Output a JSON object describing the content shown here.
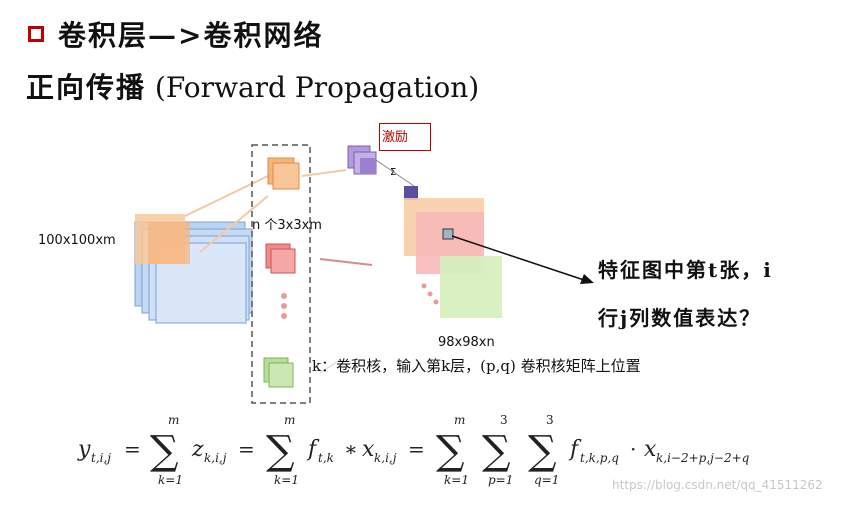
{
  "slide": {
    "title": "卷积层—>卷积网络",
    "subtitle_cn": "正向传播",
    "subtitle_en": "(Forward Propagation)"
  },
  "diagram": {
    "input_label": "100x100xm",
    "kernel_label": "n 个3x3xm",
    "activation_label": "激励",
    "output_label": "98x98xn",
    "sigma_symbol": "Σ"
  },
  "question": {
    "line1": "特征图中第t张，i",
    "line2": "行j列数值表达？"
  },
  "note": "k：卷积核，输入第k层，(p,q) 卷积核矩阵上位置",
  "formula": {
    "lhs": "y",
    "lhs_sub": "t,i,j",
    "sum_top_m": "m",
    "sum_bottom_k": "k=1",
    "z": "z",
    "z_sub": "k,i,j",
    "f": "f",
    "f_sub": "t,k",
    "x": "x",
    "x_sub": "k,i,j",
    "sum_top_3": "3",
    "sum_bottom_p": "p=1",
    "sum_bottom_q": "q=1",
    "f_full_sub": "t,k,p,q",
    "x_full_sub": "k,i−2+p,j−2+q",
    "equals": "=",
    "star": "∗",
    "dot": "·",
    "sigma": "∑"
  },
  "watermark": "https://blog.csdn.net/qq_41511262",
  "colors": {
    "accent_red": "#c00000",
    "input_blue": "#bcd3f2",
    "kernel_orange": "#f7b47a",
    "kernel_red": "#ee8a8a",
    "kernel_green": "#b7dd98",
    "map_orange": "#f8cda6",
    "map_pink": "#f7b9b9",
    "map_green": "#d6efbf",
    "pre_purple": "#b49ad9"
  }
}
